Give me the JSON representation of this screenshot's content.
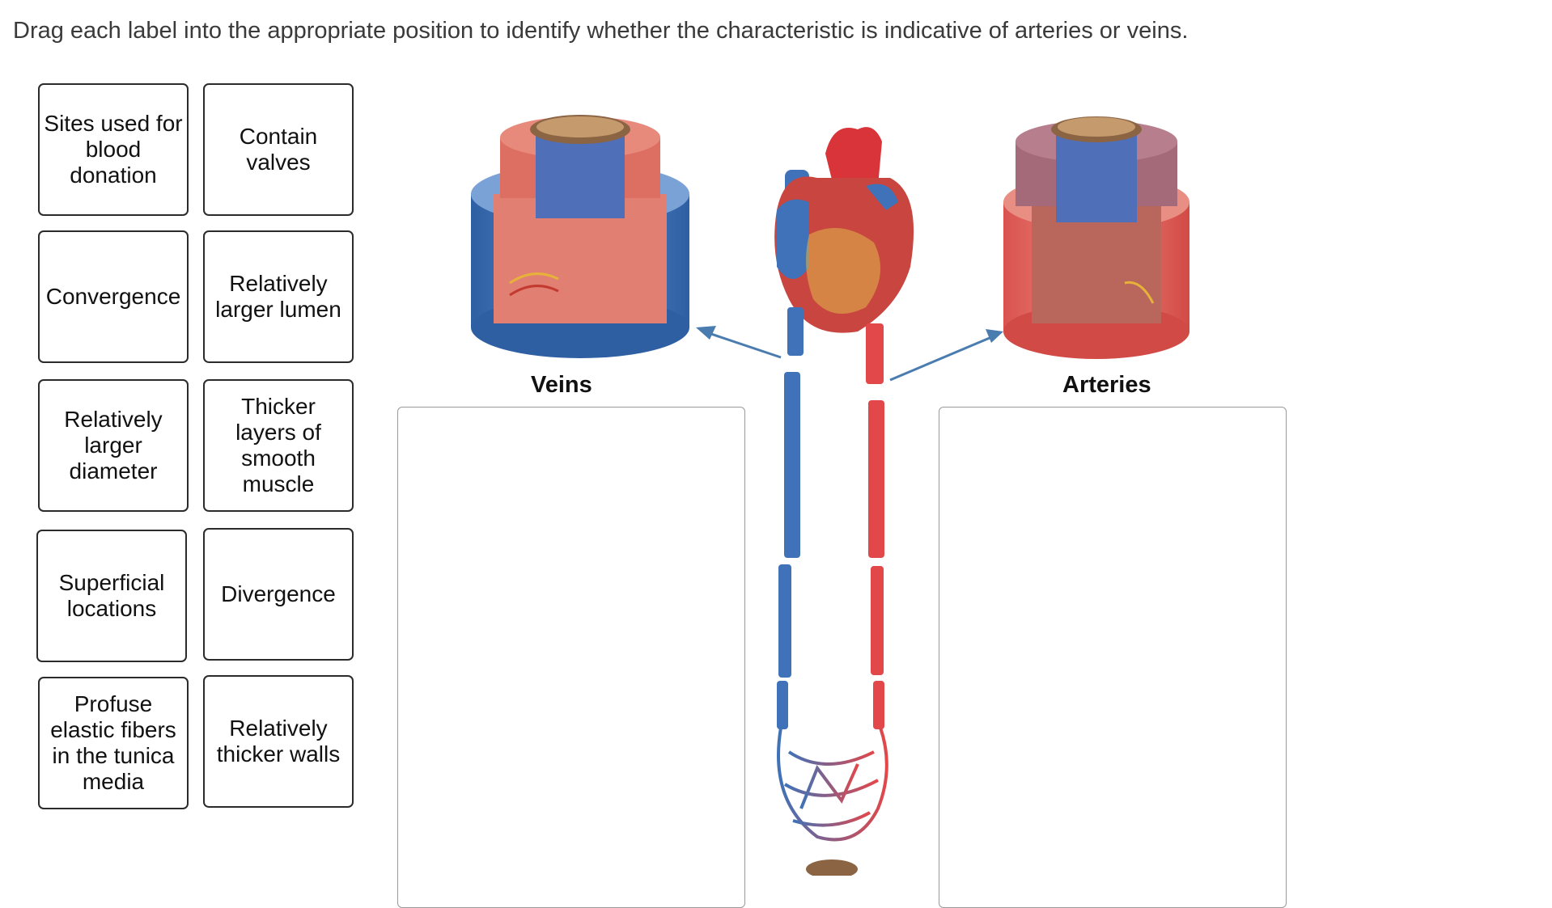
{
  "instructions": "Drag each label into the appropriate position to identify whether the characteristic is indicative of arteries or veins.",
  "labels": [
    "Sites used for blood donation",
    "Contain valves",
    "Convergence",
    "Relatively larger lumen",
    "Relatively larger diameter",
    "Thicker layers of smooth muscle",
    "Superficial locations",
    "Divergence",
    "Profuse elastic fibers in the tunica media",
    "Relatively thicker walls"
  ],
  "targets": {
    "veins_heading": "Veins",
    "arteries_heading": "Arteries"
  },
  "colors": {
    "vein_blue": "#3f72b8",
    "artery_red": "#e2474a",
    "tile_border": "#2b2b2b",
    "zone_border": "#9a9a9a"
  }
}
